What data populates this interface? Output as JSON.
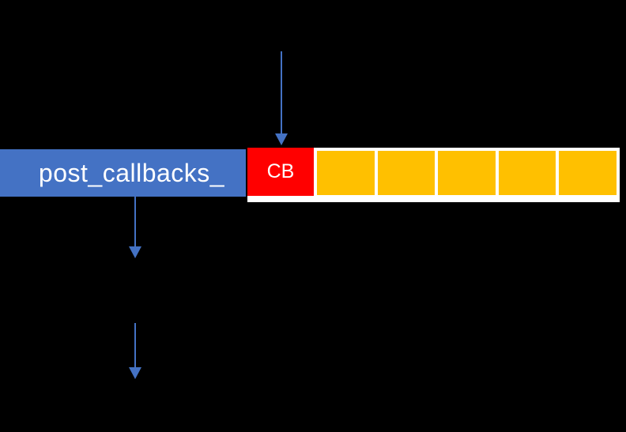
{
  "diagram": {
    "label_box": {
      "text": "post_callbacks_"
    },
    "array": {
      "cb_cell": {
        "label": "CB"
      },
      "empty_cell_count": 5
    },
    "arrows": [
      {
        "name": "arrow-to-cb-cell",
        "direction": "down"
      },
      {
        "name": "arrow-below-label-upper",
        "direction": "down"
      },
      {
        "name": "arrow-below-label-lower",
        "direction": "down"
      }
    ],
    "colors": {
      "background": "#000000",
      "label_box_blue": "#4472C4",
      "arrow_blue": "#4472C4",
      "cb_red": "#FF0000",
      "cell_yellow": "#FFC000",
      "container_white": "#FFFFFF",
      "text_white": "#FFFFFF"
    }
  }
}
